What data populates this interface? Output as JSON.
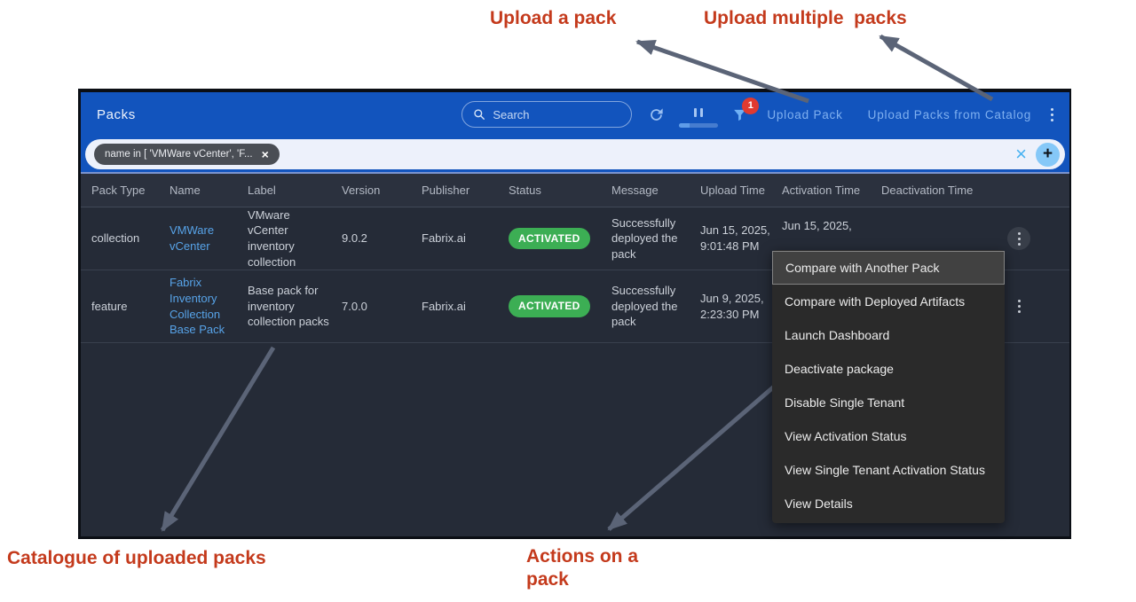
{
  "colors": {
    "header_blue": "#1254bd",
    "link_blue": "#57a3e8",
    "status_green": "#3cae54",
    "annotation_red": "#c43a1c",
    "arrow_gray": "#5b6477",
    "filter_badge_red": "#e03a30"
  },
  "annotations": {
    "upload_a_pack": "Upload a pack",
    "upload_multiple_packs": "Upload multiple  packs",
    "catalogue_of_uploaded_packs": "Catalogue of uploaded packs",
    "actions_on_a_pack": "Actions on a pack"
  },
  "header": {
    "title": "Packs",
    "search_placeholder": "Search",
    "filter_badge_count": "1",
    "upload_pack": "Upload Pack",
    "upload_packs_from_catalog": "Upload Packs from Catalog"
  },
  "filter_bar": {
    "chip_text": "name in [ 'VMWare vCenter', 'F..."
  },
  "table": {
    "columns": [
      "Pack Type",
      "Name",
      "Label",
      "Version",
      "Publisher",
      "Status",
      "Message",
      "Upload Time",
      "Activation Time",
      "Deactivation Time"
    ],
    "rows": [
      {
        "pack_type": "collection",
        "name": "VMWare vCenter",
        "label": "VMware vCenter inventory collection",
        "version": "9.0.2",
        "publisher": "Fabrix.ai",
        "status": "ACTIVATED",
        "message": "Successfully deployed the pack",
        "upload_time": "Jun 15, 2025, 9:01:48 PM",
        "activation_time": "Jun 15, 2025,"
      },
      {
        "pack_type": "feature",
        "name": "Fabrix Inventory Collection Base Pack",
        "label": "Base pack for inventory collection packs",
        "version": "7.0.0",
        "publisher": "Fabrix.ai",
        "status": "ACTIVATED",
        "message": "Successfully deployed the pack",
        "upload_time": "Jun 9, 2025, 2:23:30 PM",
        "activation_time": ""
      }
    ]
  },
  "context_menu": {
    "highlighted": "Compare with Another Pack",
    "items": [
      "Compare with Another Pack",
      "Compare with Deployed Artifacts",
      "Launch Dashboard",
      "Deactivate package",
      "Disable Single Tenant",
      "View Activation Status",
      "View Single Tenant Activation Status",
      "View Details"
    ]
  }
}
